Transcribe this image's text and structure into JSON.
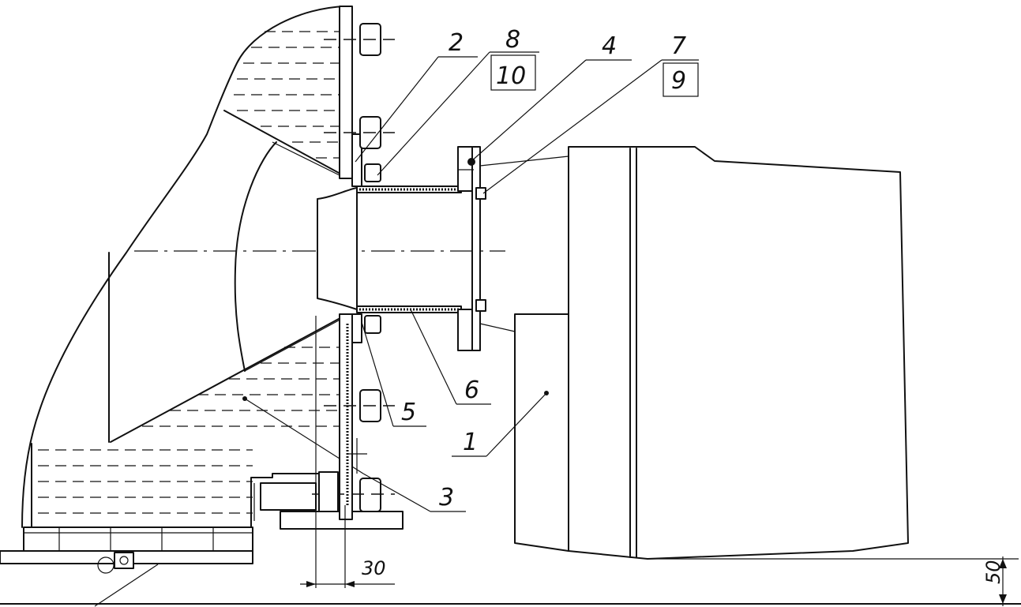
{
  "callouts": {
    "c1": "1",
    "c2": "2",
    "c3": "3",
    "c4": "4",
    "c5": "5",
    "c6": "6",
    "c7": "7",
    "c8": "8",
    "c9": "9",
    "c10": "10"
  },
  "dimensions": {
    "gap": "30",
    "clearance": "50"
  }
}
